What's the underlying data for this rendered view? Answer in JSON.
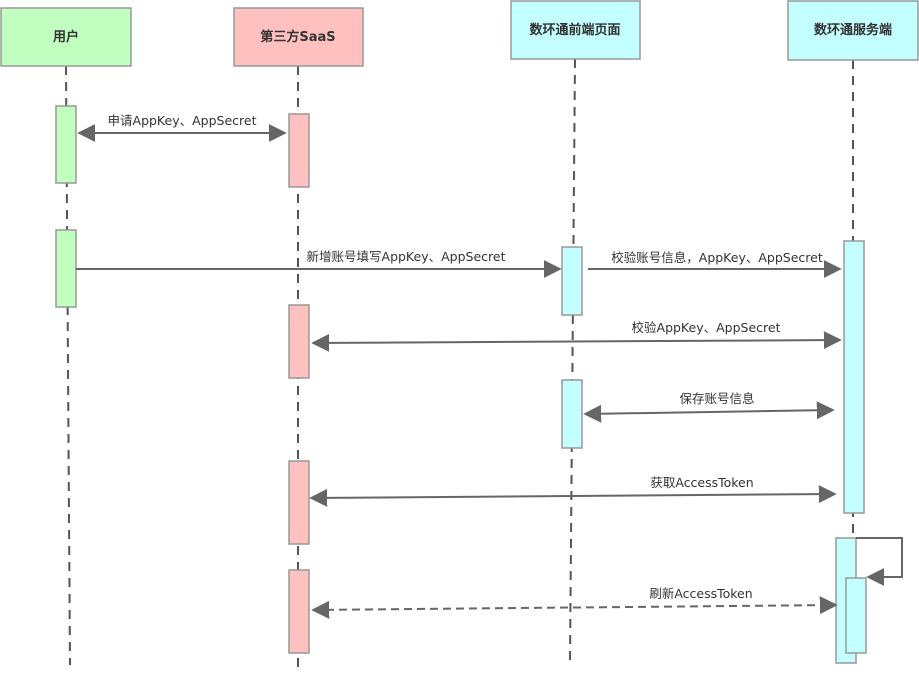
{
  "participants": [
    {
      "id": "user",
      "label": "用户",
      "fill": "#c1ffc1",
      "stroke": "#999999"
    },
    {
      "id": "saas",
      "label": "第三方SaaS",
      "fill": "#ffc0c0",
      "stroke": "#999999"
    },
    {
      "id": "frontend",
      "label": "数环通前端页面",
      "fill": "#c4ffff",
      "stroke": "#999999"
    },
    {
      "id": "server",
      "label": "数环通服务端",
      "fill": "#c4ffff",
      "stroke": "#999999"
    }
  ],
  "messages": [
    {
      "id": "apply",
      "label": "申请AppKey、AppSecret",
      "style": "solid",
      "bidirectional": true
    },
    {
      "id": "add-account",
      "label": "新增账号填写AppKey、AppSecret",
      "style": "solid",
      "bidirectional": false
    },
    {
      "id": "verify-account",
      "label": "校验账号信息，AppKey、AppSecret",
      "style": "solid",
      "bidirectional": false
    },
    {
      "id": "verify-key",
      "label": "校验AppKey、AppSecret",
      "style": "solid",
      "bidirectional": true
    },
    {
      "id": "save-account",
      "label": "保存账号信息",
      "style": "solid",
      "bidirectional": true
    },
    {
      "id": "get-token",
      "label": "获取AccessToken",
      "style": "solid",
      "bidirectional": true
    },
    {
      "id": "refresh-token",
      "label": "刷新AccessToken",
      "style": "dashed",
      "bidirectional": true
    }
  ],
  "colors": {
    "line": "#666666",
    "lifeline": "#555555"
  }
}
